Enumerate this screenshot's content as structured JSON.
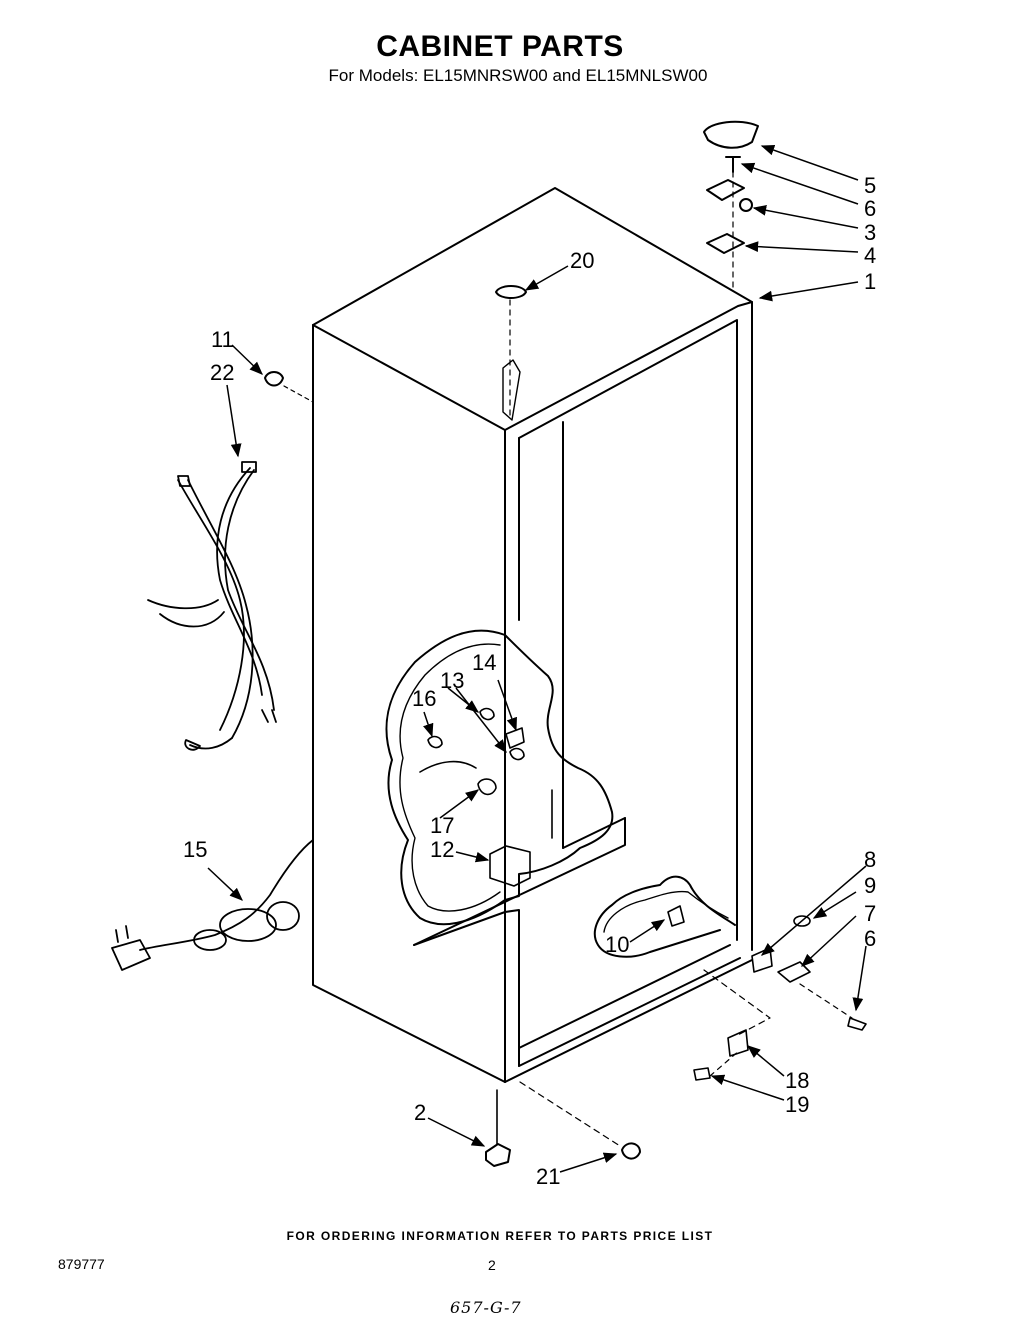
{
  "header": {
    "title": "CABINET PARTS",
    "models": "For Models: EL15MNRSW00 and EL15MNLSW00"
  },
  "callouts": [
    "1",
    "2",
    "3",
    "4",
    "5",
    "6",
    "6",
    "7",
    "8",
    "9",
    "10",
    "11",
    "12",
    "13",
    "14",
    "15",
    "16",
    "17",
    "18",
    "19",
    "20",
    "21",
    "22"
  ],
  "footer": {
    "ordering_note": "FOR ORDERING INFORMATION REFER TO PARTS PRICE LIST",
    "doc_number": "879777",
    "page_number": "2",
    "handwritten_code": "657-G-7"
  }
}
